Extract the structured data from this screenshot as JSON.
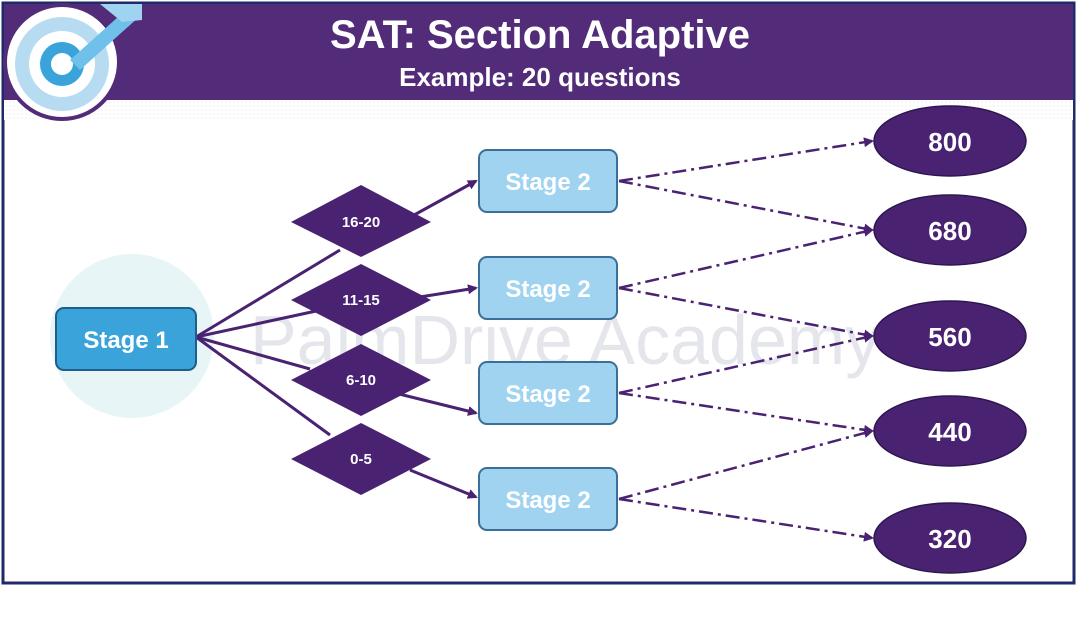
{
  "title": "SAT: Section Adaptive",
  "subtitle": "Example: 20 questions",
  "watermark": "PalmDrive Academy",
  "colors": {
    "header_bg": "#522b79",
    "border": "#1f2a6b",
    "stage1_fill": "#3aa3d9",
    "stage1_stroke": "#1d5f8a",
    "stage2_fill": "#9fd3f0",
    "stage2_stroke": "#3a6f9a",
    "diamond_fill": "#4a2272",
    "score_fill": "#4a2272",
    "arrow": "#4a2272"
  },
  "diagram": {
    "stage1": {
      "label": "Stage 1"
    },
    "ranges": [
      {
        "label": "16-20"
      },
      {
        "label": "11-15"
      },
      {
        "label": "6-10"
      },
      {
        "label": "0-5"
      }
    ],
    "stage2": [
      {
        "label": "Stage 2"
      },
      {
        "label": "Stage 2"
      },
      {
        "label": "Stage 2"
      },
      {
        "label": "Stage 2"
      }
    ],
    "scores": [
      {
        "label": "800"
      },
      {
        "label": "680"
      },
      {
        "label": "560"
      },
      {
        "label": "440"
      },
      {
        "label": "320"
      }
    ],
    "score_links": [
      {
        "from": 0,
        "to": 0
      },
      {
        "from": 0,
        "to": 1
      },
      {
        "from": 1,
        "to": 1
      },
      {
        "from": 1,
        "to": 2
      },
      {
        "from": 2,
        "to": 2
      },
      {
        "from": 2,
        "to": 3
      },
      {
        "from": 3,
        "to": 3
      },
      {
        "from": 3,
        "to": 4
      }
    ]
  }
}
